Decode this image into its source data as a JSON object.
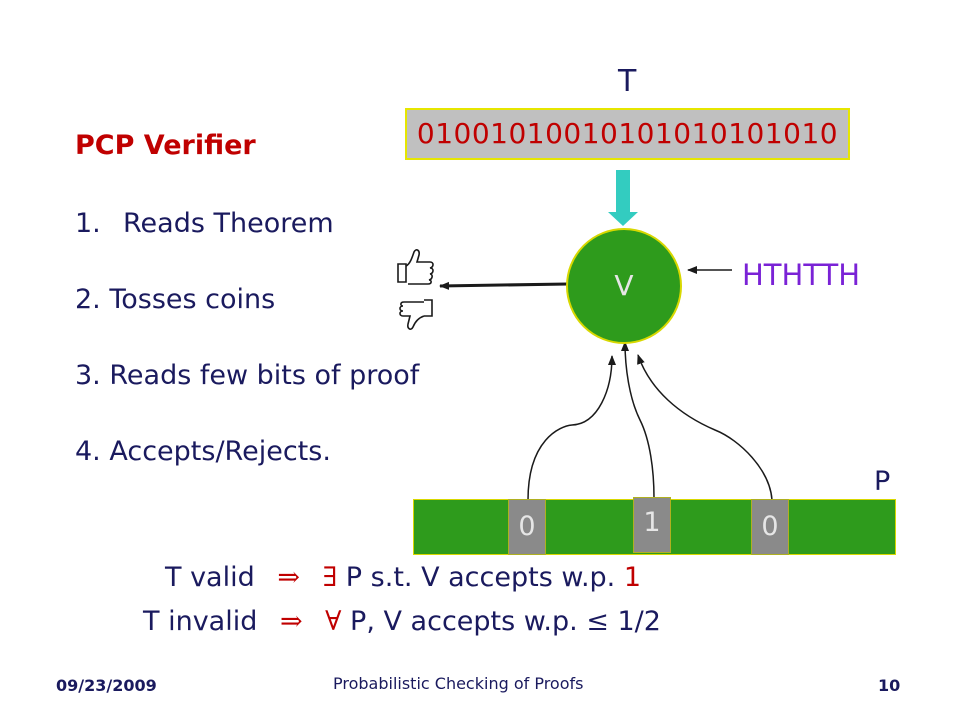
{
  "slide": {
    "heading": "PCP Verifier",
    "steps": [
      {
        "num": "1.",
        "text": "Reads Theorem"
      },
      {
        "num": "2.",
        "text": "Tosses coins"
      },
      {
        "num": "3.",
        "text": "Reads few bits of proof"
      },
      {
        "num": "4.",
        "text": "Accepts/Rejects."
      }
    ],
    "theorem_label": "T",
    "theorem_bits": "01001010010101010101010",
    "verifier_label": "V",
    "coin_tosses": "HTHTTH",
    "proof_label": "P",
    "proof_bits_read": [
      "0",
      "1",
      "0"
    ],
    "statement_valid": {
      "lead": "T valid",
      "implies": "⇒",
      "quant": "∃",
      "rest": " P s.t. V accepts w.p. ",
      "prob": "1"
    },
    "statement_invalid": {
      "lead": "T invalid",
      "implies": "⇒",
      "quant": "∀",
      "rest": " P, V accepts w.p. ",
      "leq": "≤",
      "prob": " 1/2"
    },
    "accept_icon": "thumbs-up-icon",
    "reject_icon": "thumbs-down-icon"
  },
  "footer": {
    "date": "09/23/2009",
    "title": "Probabilistic Checking of Proofs",
    "page": "10"
  }
}
